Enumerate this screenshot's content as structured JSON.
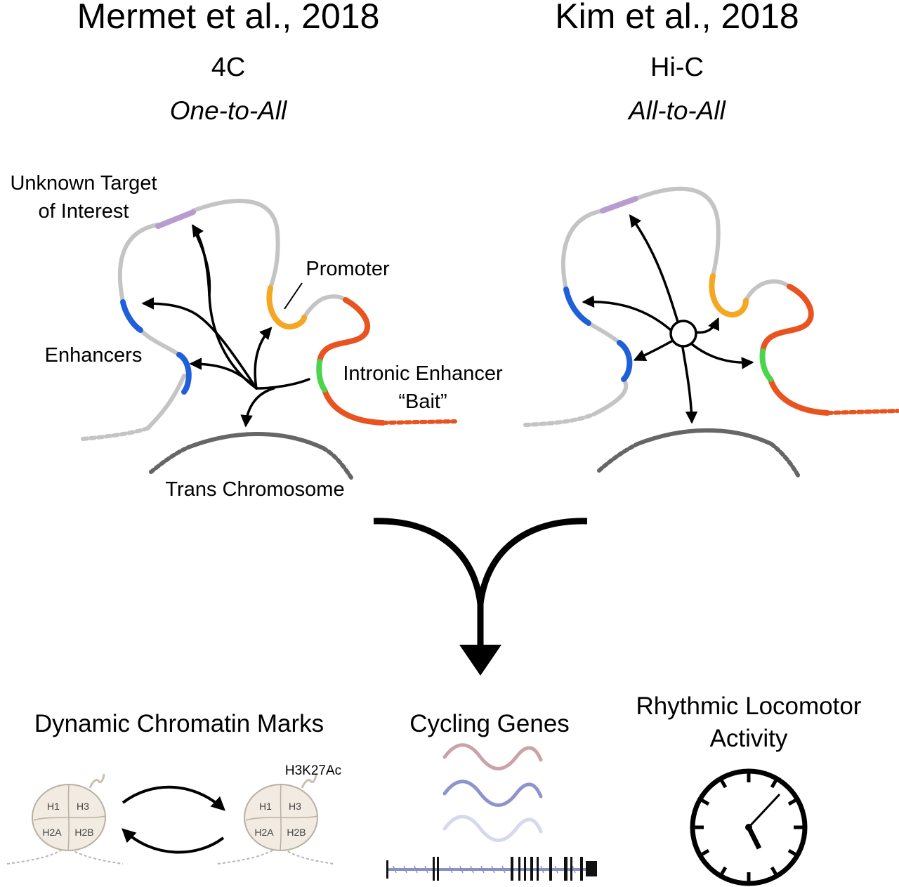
{
  "left_study": {
    "title": "Mermet et al., 2018",
    "method": "4C",
    "mode": "One-to-All"
  },
  "right_study": {
    "title": "Kim et al., 2018",
    "method": "Hi-C",
    "mode": "All-to-All"
  },
  "left_labels": {
    "unknown_target_line1": "Unknown Target",
    "unknown_target_line2": "of Interest",
    "promoter": "Promoter",
    "enhancers": "Enhancers",
    "intronic_line1": "Intronic Enhancer",
    "intronic_line2": "“Bait”",
    "trans": "Trans Chromosome"
  },
  "outcomes": {
    "chromatin": "Dynamic Chromatin Marks",
    "cycling": "Cycling Genes",
    "locomotor_line1": "Rhythmic Locomotor",
    "locomotor_line2": "Activity",
    "mark": "H3K27Ac"
  },
  "histones": [
    "H1",
    "H3",
    "H2A",
    "H2B"
  ],
  "colors": {
    "chromatin_gray": "#c4c4c4",
    "trans_gray": "#666666",
    "unknown_target": "#b79cd0",
    "enhancer": "#1f5fd9",
    "promoter": "#f5a623",
    "intronic_enhancer": "#4cd44c",
    "gene_body": "#e8531f",
    "wave_1": "#c9a3a8",
    "wave_2": "#8f92cc",
    "wave_3": "#d5d8ef"
  }
}
